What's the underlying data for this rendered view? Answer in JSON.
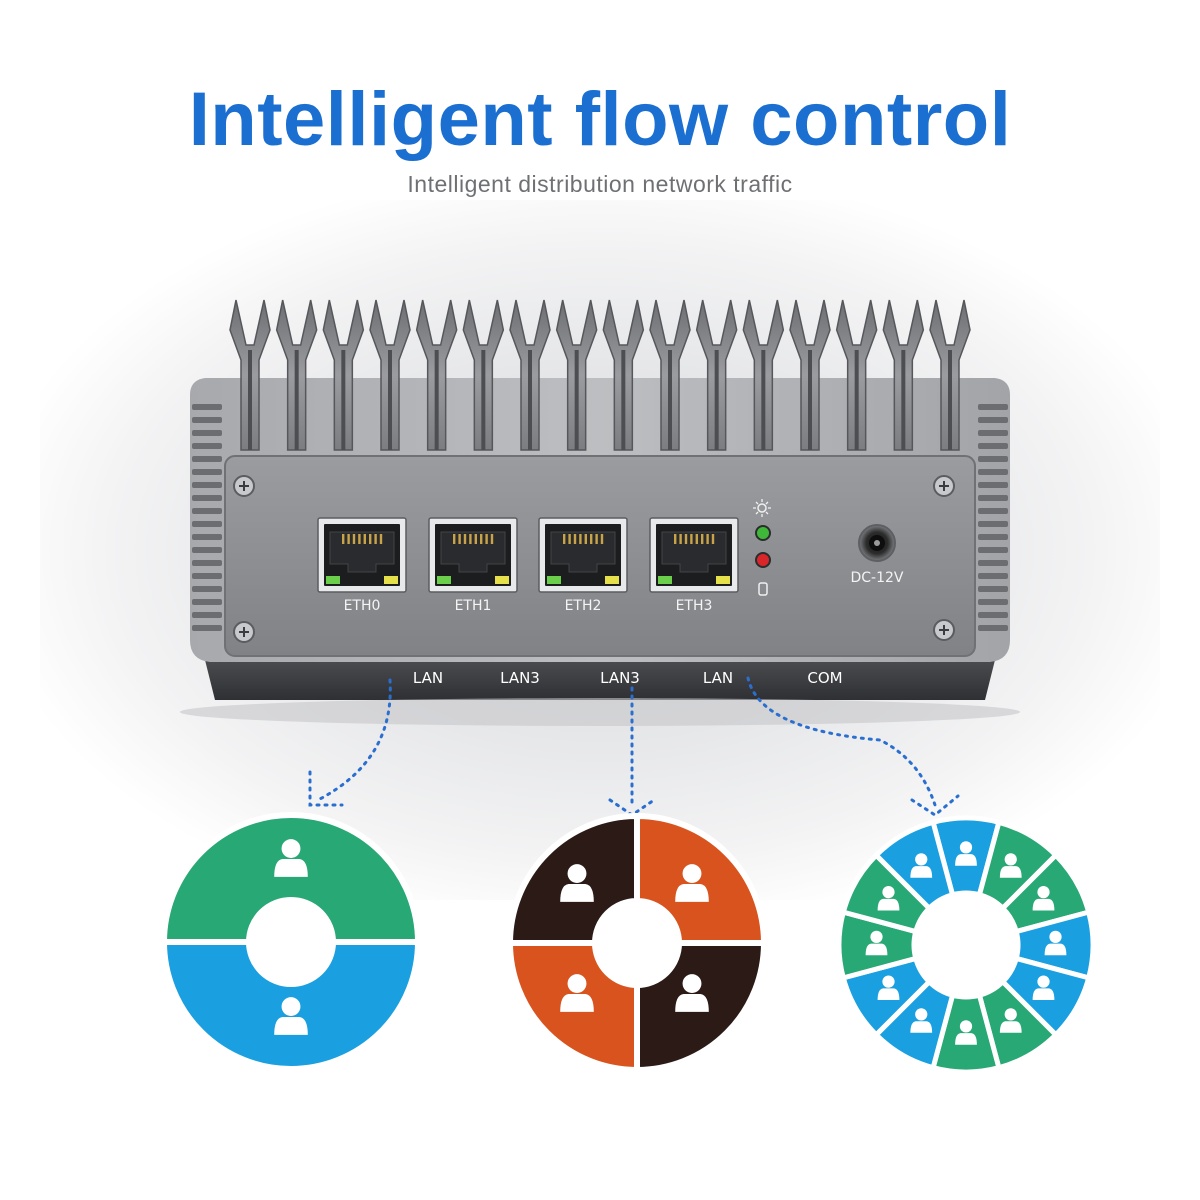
{
  "header": {
    "title": "Intelligent flow control",
    "subtitle": "Intelligent distribution network traffic"
  },
  "device": {
    "ports": [
      {
        "label": "ETH0"
      },
      {
        "label": "ETH1"
      },
      {
        "label": "ETH2"
      },
      {
        "label": "ETH3"
      }
    ],
    "power_label": "DC-12V",
    "status_led_colors": [
      "#3fb83a",
      "#d8262a"
    ],
    "rear_labels": [
      "LAN",
      "LAN3",
      "LAN3",
      "LAN",
      "COM"
    ]
  },
  "diagrams": [
    {
      "name": "two-segment-ring",
      "segments": 2,
      "colors": [
        "#27a874",
        "#1a9fe0"
      ]
    },
    {
      "name": "four-segment-ring",
      "segments": 4,
      "colors": [
        "#2b1a15",
        "#d9531e"
      ]
    },
    {
      "name": "twelve-segment-ring",
      "segments": 12,
      "colors": [
        "#27a874",
        "#1a9fe0"
      ]
    }
  ],
  "colors": {
    "accent_blue": "#1a6fd1",
    "arrow_blue": "#2a6fd0",
    "chassis": "#8f9194",
    "panel": "#8a8c90"
  },
  "icons": [
    "user-icon",
    "screw-icon",
    "ethernet-port-icon",
    "power-jack-icon",
    "light-icon",
    "disk-icon"
  ]
}
